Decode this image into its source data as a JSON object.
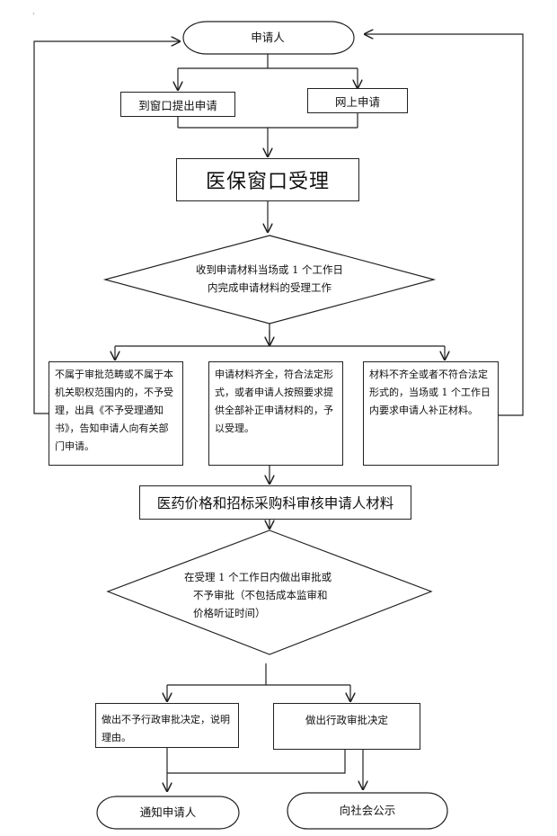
{
  "mark": "ˏ",
  "start": "申请人",
  "channels": {
    "window": "到窗口提出申请",
    "online": "网上申请"
  },
  "accept": "医保窗口受理",
  "decision1": {
    "line1": "收到申请材料当场或 1 个工作日",
    "line2": "内完成申请材料的受理工作"
  },
  "outcomes": {
    "reject": "不属于审批范畴或不属于本机关职权范围内的，不予受理，出具《不予受理通知书》，告知申请人向有关部门申请。",
    "accept": "申请材料齐全，符合法定形式，或者申请人按照要求提供全部补正申请材料的，予以受理。",
    "supplement": "材料不齐全或者不符合法定形式的，当场或 1 个工作日内要求申请人补正材料。"
  },
  "review": "医药价格和招标采购科审核申请人材料",
  "decision2": {
    "line1": "在受理 1 个工作日内做出审批或",
    "line2": "不予审批（不包括成本监审和",
    "line3": "价格听证时间）"
  },
  "results": {
    "deny": "做出不予行政审批决定，说明理由。",
    "approve": "做出行政审批决定"
  },
  "ends": {
    "notify": "通知申请人",
    "publish": "向社会公示"
  }
}
